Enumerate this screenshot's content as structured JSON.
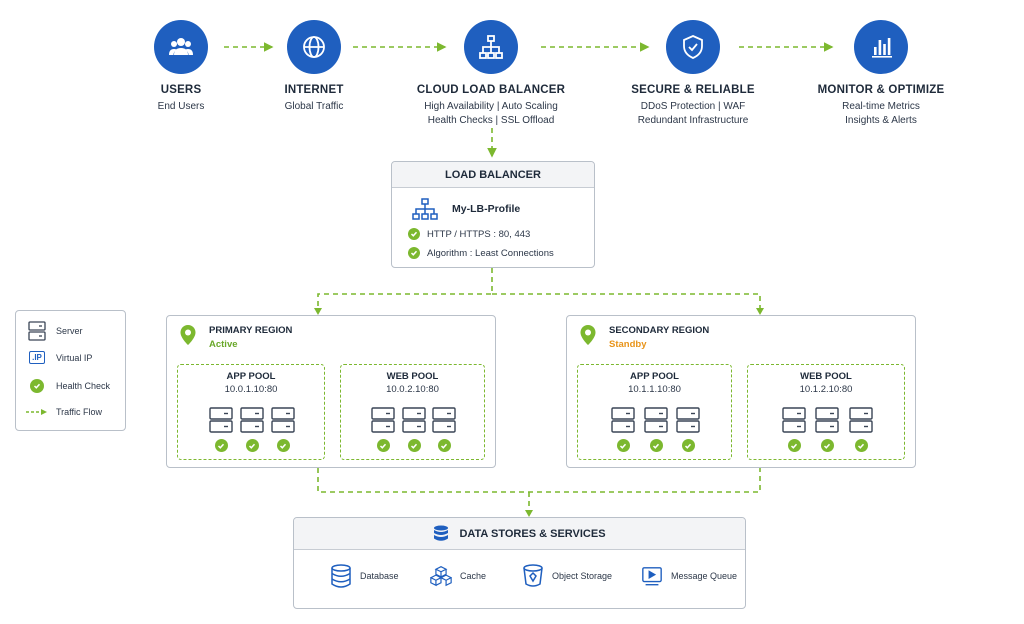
{
  "steps": [
    {
      "title": "USERS",
      "lines": [
        "End Users"
      ],
      "icon": "users-icon"
    },
    {
      "title": "INTERNET",
      "lines": [
        "Global Traffic"
      ],
      "icon": "globe-icon"
    },
    {
      "title": "CLOUD LOAD BALANCER",
      "lines": [
        "High Availability | Auto Scaling",
        "Health Checks | SSL Offload"
      ],
      "icon": "network-hierarchy-icon"
    },
    {
      "title": "SECURE & RELIABLE",
      "lines": [
        "DDoS Protection | WAF",
        "Redundant Infrastructure"
      ],
      "icon": "shield-check-icon"
    },
    {
      "title": "MONITOR & OPTIMIZE",
      "lines": [
        "Real-time Metrics",
        "Insights & Alerts"
      ],
      "icon": "bar-chart-icon"
    }
  ],
  "load_balancer": {
    "title": "LOAD BALANCER",
    "profile": "My-LB-Profile",
    "protocol": "HTTP / HTTPS : 80, 443",
    "algorithm": "Algorithm : Least Connections"
  },
  "legend": {
    "server": "Server",
    "vip_badge": ".IP",
    "virtual_ip": "Virtual IP",
    "health_check": "Health Check",
    "traffic_flow": "Traffic Flow"
  },
  "regions": {
    "primary": {
      "title": "PRIMARY REGION",
      "status": "Active",
      "status_color": "#6aa82a",
      "pools": [
        {
          "name": "APP POOL",
          "address": "10.0.1.10:80",
          "servers": 3
        },
        {
          "name": "WEB POOL",
          "address": "10.0.2.10:80",
          "servers": 3
        }
      ]
    },
    "secondary": {
      "title": "SECONDARY REGION",
      "status": "Standby",
      "status_color": "#e8941a",
      "pools": [
        {
          "name": "APP POOL",
          "address": "10.1.1.10:80",
          "servers": 3
        },
        {
          "name": "WEB POOL",
          "address": "10.1.2.10:80",
          "servers": 3
        }
      ]
    }
  },
  "data_stores": {
    "title": "DATA STORES & SERVICES",
    "services": [
      "Database",
      "Cache",
      "Object Storage",
      "Message Queue"
    ]
  },
  "colors": {
    "primary_blue": "#1f5fbf",
    "flow_green": "#7cb82f",
    "border_gray": "#b9c0c9"
  }
}
